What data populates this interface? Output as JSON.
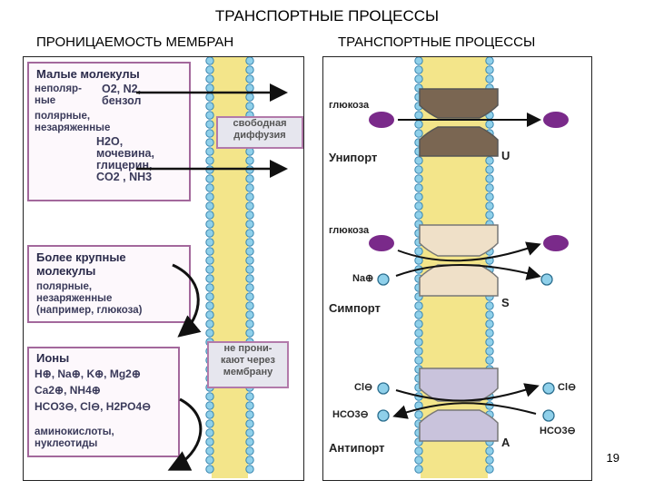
{
  "title": "ТРАНСПОРТНЫЕ ПРОЦЕССЫ",
  "left_subtitle": "ПРОНИЦАЕМОСТЬ МЕМБРАН",
  "right_subtitle": "ТРАНСПОРТНЫЕ ПРОЦЕССЫ",
  "small_molecules": {
    "heading": "Малые молекулы",
    "nonpolar_label": "неполяр-\nные",
    "nonpolar_items": "O2, N2,\nбензол",
    "polar_label": "полярные,\nнезаряженные",
    "polar_items": "H2O,\nмочевина,\nглицерин,\nCO2 , NH3"
  },
  "free_diffusion": "свободная\nдиффузия",
  "larger_molecules": {
    "heading": "Более крупные\nмолекулы",
    "text": "полярные,\nнезаряженные\n(например, глюкоза)"
  },
  "ions": {
    "heading": "Ионы",
    "line1": "H⊕, Na⊕, K⊕, Mg2⊕",
    "line2": "Ca2⊕, NH4⊕",
    "line3": "HCO3⊖, Cl⊖, H2PO4⊖",
    "line4": "аминокислоты,\nнуклеотиды"
  },
  "not_penetrate": "не прони-\nкают через\nмембрану",
  "uniport": {
    "substrate": "глюкоза",
    "name": "Унипорт",
    "letter": "U"
  },
  "symport": {
    "substrate": "глюкоза",
    "ion": "Na⊕",
    "name": "Симпорт",
    "letter": "S"
  },
  "antiport": {
    "ion1": "Cl⊖",
    "ion2": "HCO3⊖",
    "ion1_right": "Cl⊖",
    "ion2_right": "HCO3⊖",
    "name": "Антипорт",
    "letter": "A"
  },
  "page_number": "19",
  "colors": {
    "box_border": "#a3689c",
    "uniport_protein": "#7a6652",
    "symport_protein": "#efe0c8",
    "antiport_protein": "#c9c3dc",
    "glucose": "#7a2a8a",
    "ion": "#8fd0ea",
    "lipid_head": "#8fd0ea",
    "lipid_tail": "#f3e58a"
  }
}
